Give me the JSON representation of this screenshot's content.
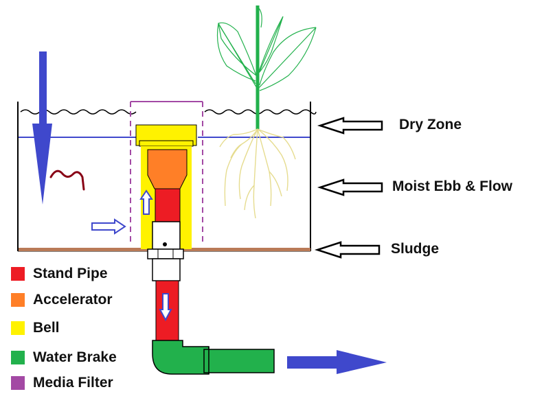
{
  "labels": {
    "dry_zone": "Dry Zone",
    "moist_zone": "Moist Ebb & Flow",
    "sludge": "Sludge"
  },
  "legend": [
    {
      "label": "Stand Pipe",
      "color": "#ed1c24"
    },
    {
      "label": "Accelerator",
      "color": "#ff7f27"
    },
    {
      "label": "Bell",
      "color": "#fff200"
    },
    {
      "label": "Water Brake",
      "color": "#22b14c"
    },
    {
      "label": "Media Filter",
      "color": "#a349a4"
    }
  ],
  "colors": {
    "flow_arrow": "#3f48cc",
    "water_line": "#3f48cc",
    "sludge": "#b97a57",
    "plant_stem": "#22b14c",
    "roots": "#efe4b0",
    "worm": "#880015"
  }
}
